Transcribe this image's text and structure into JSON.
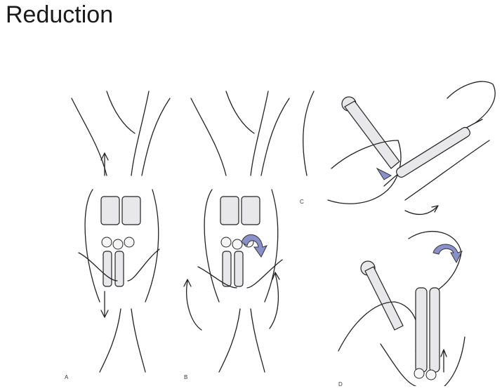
{
  "slide": {
    "title": "Reduction"
  },
  "figure": {
    "panels": [
      {
        "id": "A",
        "label": "A"
      },
      {
        "id": "B",
        "label": "B"
      },
      {
        "id": "C",
        "label": "C"
      },
      {
        "id": "D",
        "label": "D"
      }
    ],
    "colors": {
      "arrow": "#8a90c8",
      "bone": "#e8e8ea",
      "line": "#222222"
    }
  }
}
